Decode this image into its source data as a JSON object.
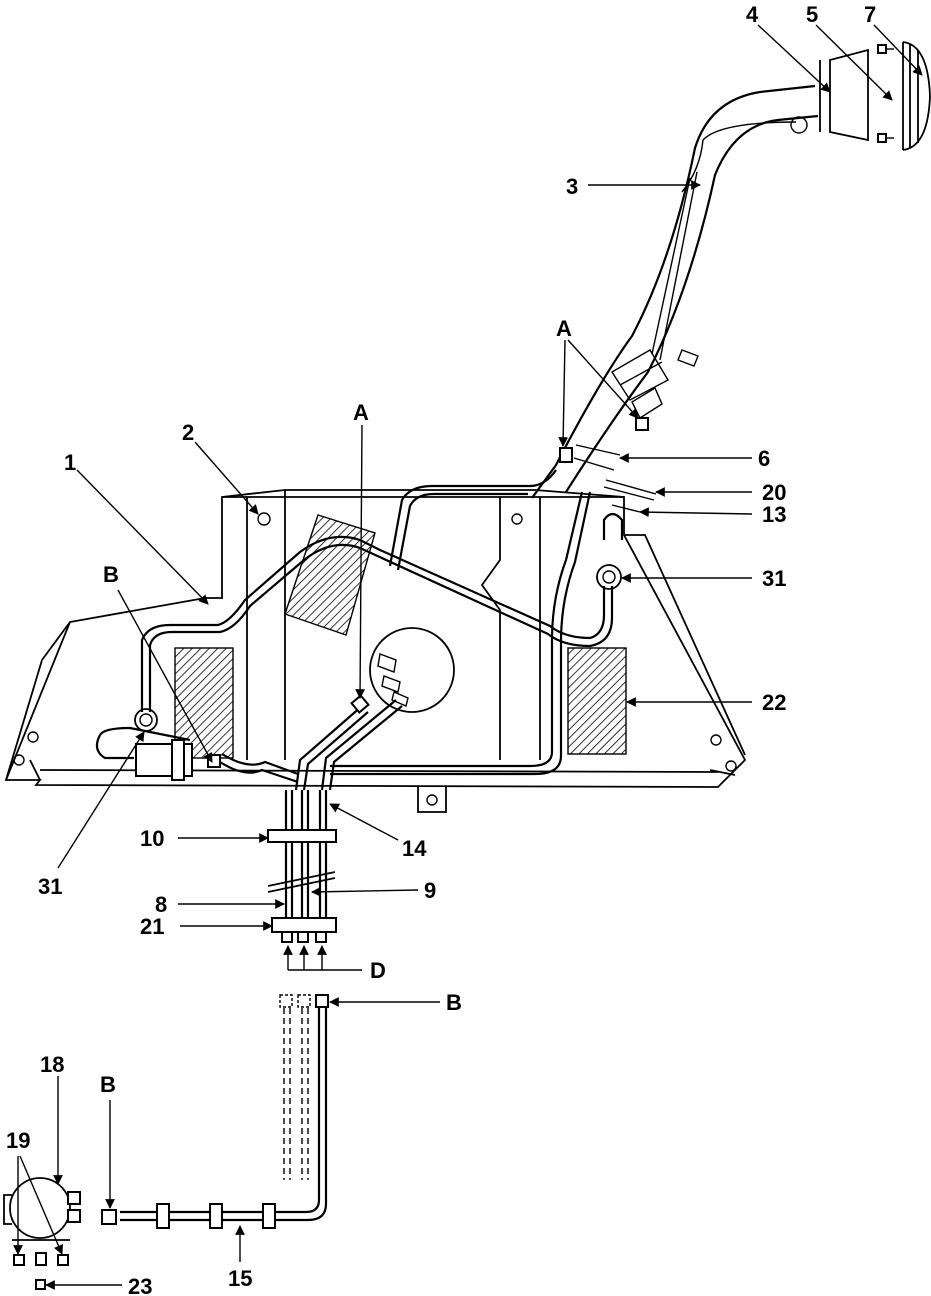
{
  "labels": {
    "n1": "1",
    "n2": "2",
    "n3": "3",
    "n4": "4",
    "n5": "5",
    "n6": "6",
    "n7": "7",
    "n8": "8",
    "n9": "9",
    "n10": "10",
    "n13": "13",
    "n14": "14",
    "n15": "15",
    "n18": "18",
    "n19": "19",
    "n20": "20",
    "n21": "21",
    "n22": "22",
    "n23": "23",
    "n31a": "31",
    "n31b": "31",
    "a_top": "A",
    "a_mid": "A",
    "b_left": "B",
    "b_right": "B",
    "b_bottom": "B",
    "d": "D"
  }
}
